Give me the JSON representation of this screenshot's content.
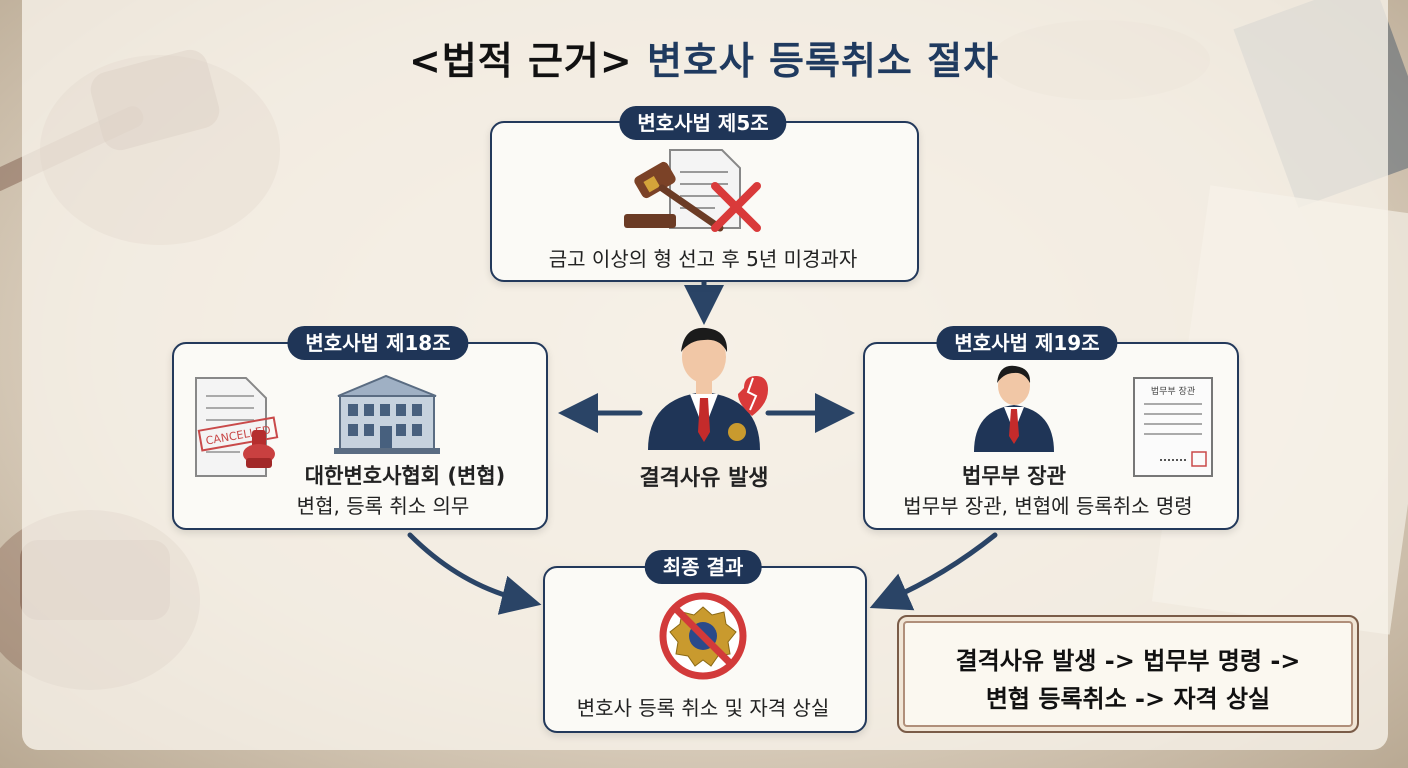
{
  "header": {
    "title_prefix": "<법적 근거>",
    "title_main": "변호사 등록취소 절차"
  },
  "top_box": {
    "badge": "변호사법 제5조",
    "description": "금고 이상의 형 선고 후 5년 미경과자"
  },
  "center": {
    "label": "결격사유 발생"
  },
  "left_box": {
    "badge": "변호사법 제18조",
    "stamp_text": "CANCELLED",
    "org": "대한변호사협회 (변협)",
    "duty": "변협, 등록 취소 의무"
  },
  "right_box": {
    "badge": "변호사법 제19조",
    "doc_header": "법무부 장관",
    "actor": "법무부 장관",
    "order": "법무부 장관, 변협에 등록취소 명령"
  },
  "bottom_box": {
    "badge": "최종 결과",
    "result": "변호사 등록 취소 및 자격 상실"
  },
  "summary": {
    "line1": "결격사유 발생 -> 법무부 명령 ->",
    "line2": "변협 등록취소 -> 자격 상실"
  },
  "colors": {
    "navy": "#1f3557",
    "arrow": "#2a4466",
    "red": "#d93a3a",
    "frame": "#7a5c48"
  },
  "icons": [
    "gavel-icon",
    "document-icon",
    "red-x-icon",
    "lawyer-icon",
    "broken-heart-icon",
    "building-icon",
    "cancelled-stamp-icon",
    "official-icon",
    "order-document-icon",
    "prohibited-badge-icon"
  ]
}
